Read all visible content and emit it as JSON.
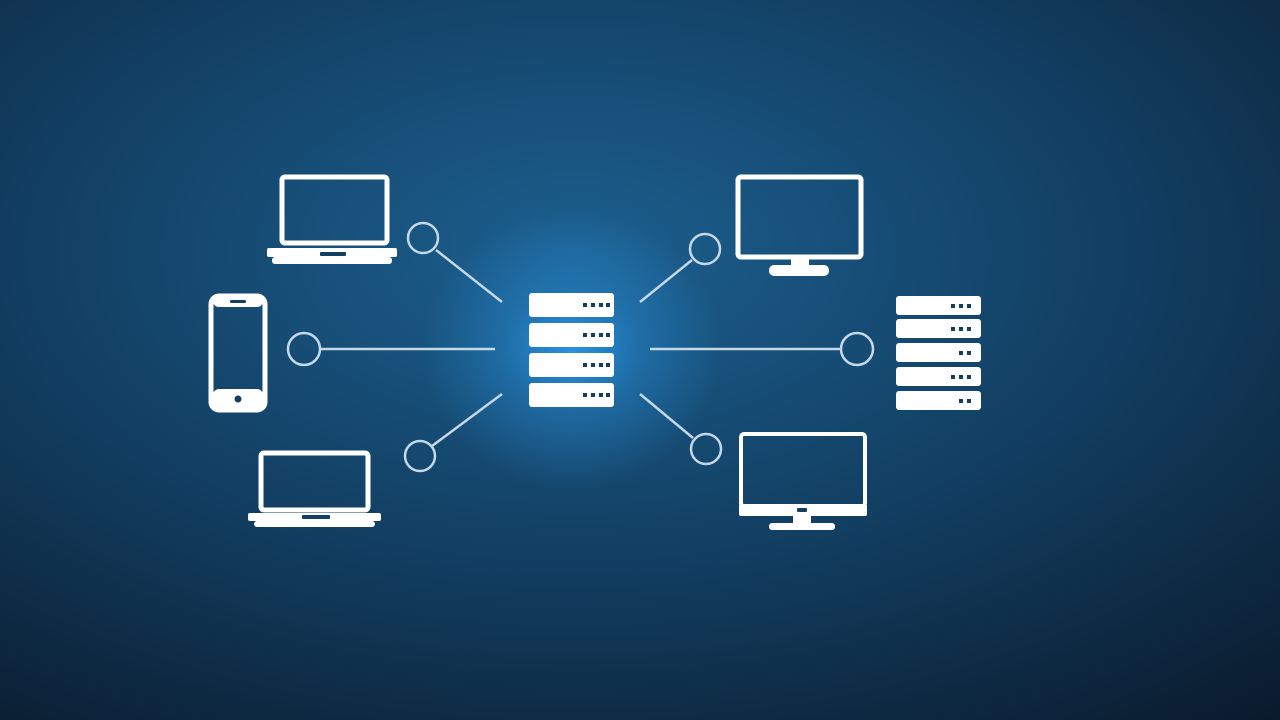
{
  "colors": {
    "background_center": "#1c5f8f",
    "background_mid": "#123f62",
    "background_edge": "#0a1a2c",
    "icon": "#ffffff",
    "connector": "#c4d8e8",
    "hub_glow": "#2fa6ff"
  },
  "diagram": {
    "hub": {
      "icon": "server-rack-icon",
      "units": 4
    },
    "nodes": [
      {
        "id": "laptop-top-left",
        "icon": "laptop-icon"
      },
      {
        "id": "phone-left",
        "icon": "smartphone-icon"
      },
      {
        "id": "laptop-bottom-left",
        "icon": "laptop-icon"
      },
      {
        "id": "monitor-top-right",
        "icon": "monitor-icon"
      },
      {
        "id": "server-right",
        "icon": "server-stack-icon",
        "units": 5
      },
      {
        "id": "desktop-bottom-right",
        "icon": "desktop-computer-icon"
      }
    ],
    "connections": [
      {
        "from": "hub",
        "to": "laptop-top-left"
      },
      {
        "from": "hub",
        "to": "phone-left"
      },
      {
        "from": "hub",
        "to": "laptop-bottom-left"
      },
      {
        "from": "hub",
        "to": "monitor-top-right"
      },
      {
        "from": "hub",
        "to": "server-right"
      },
      {
        "from": "hub",
        "to": "desktop-bottom-right"
      }
    ]
  }
}
